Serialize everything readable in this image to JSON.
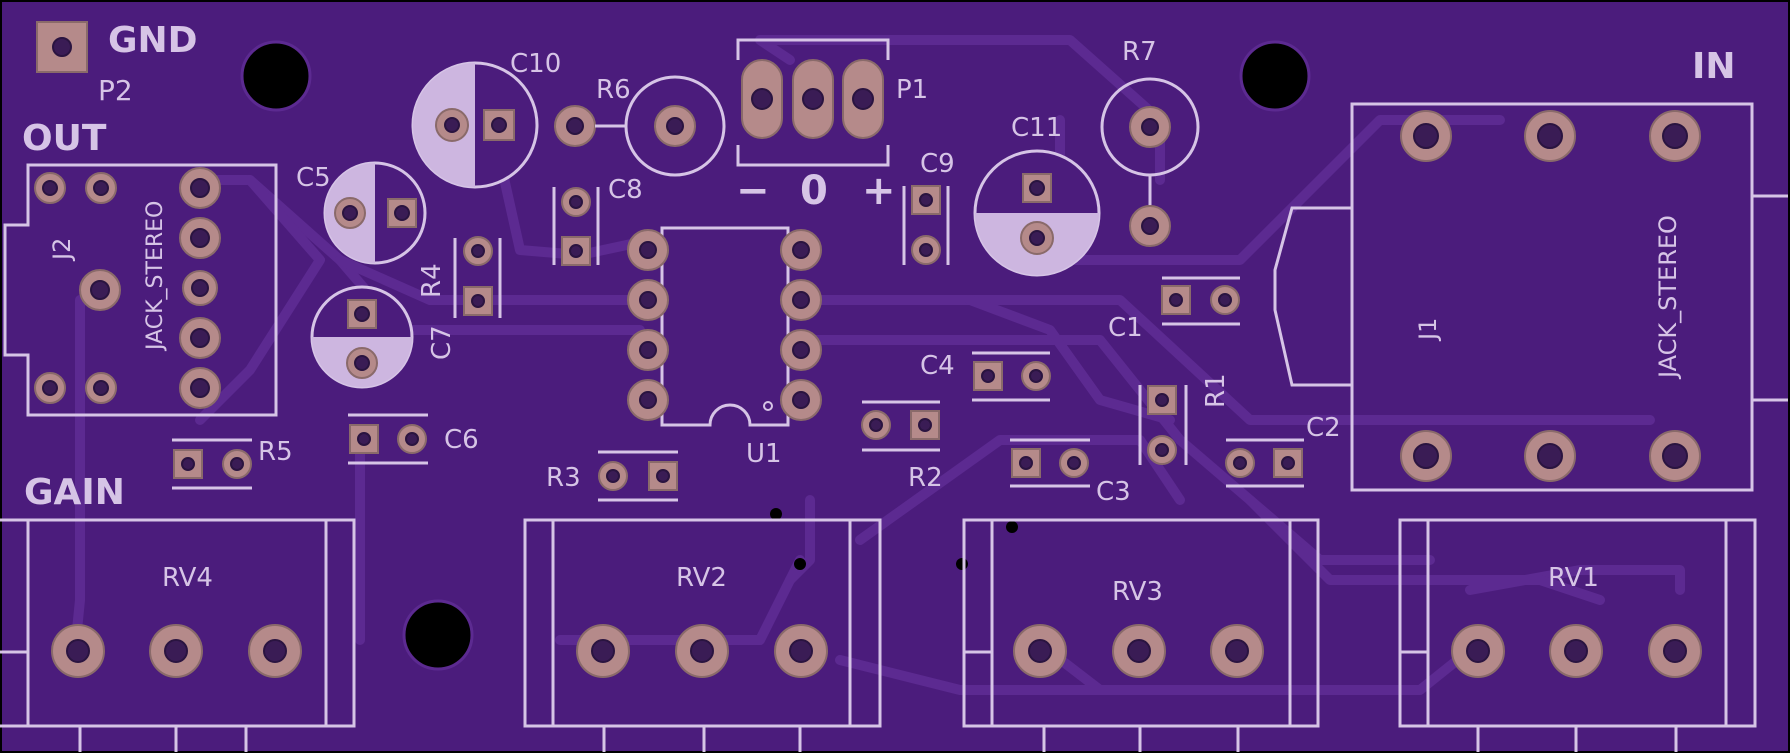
{
  "board": {
    "colors": {
      "substrate": "#4b1c7c",
      "trace": "#5c2a91",
      "silkscreen": "#d6c4e6",
      "pad": "#b58a8a",
      "drill": "#3a1c55",
      "mounting_hole": "#000000"
    }
  },
  "labels": {
    "gnd": "GND",
    "out": "OUT",
    "gain": "GAIN",
    "in": "IN",
    "minus": "−",
    "zero": "0",
    "plus": "+",
    "jack_stereo_out": "JACK_STEREO",
    "jack_stereo_in": "JACK_STEREO"
  },
  "designators": {
    "p2": "P2",
    "p1": "P1",
    "j2": "J2",
    "j1": "J1",
    "c10": "C10",
    "c5": "C5",
    "c7": "C7",
    "c8": "C8",
    "c9": "C9",
    "c11": "C11",
    "c1": "C1",
    "c2": "C2",
    "c3": "C3",
    "c4": "C4",
    "c6": "C6",
    "r1": "R1",
    "r2": "R2",
    "r3": "R3",
    "r4": "R4",
    "r5": "R5",
    "r6": "R6",
    "r7": "R7",
    "u1": "U1",
    "rv1": "RV1",
    "rv2": "RV2",
    "rv3": "RV3",
    "rv4": "RV4"
  }
}
